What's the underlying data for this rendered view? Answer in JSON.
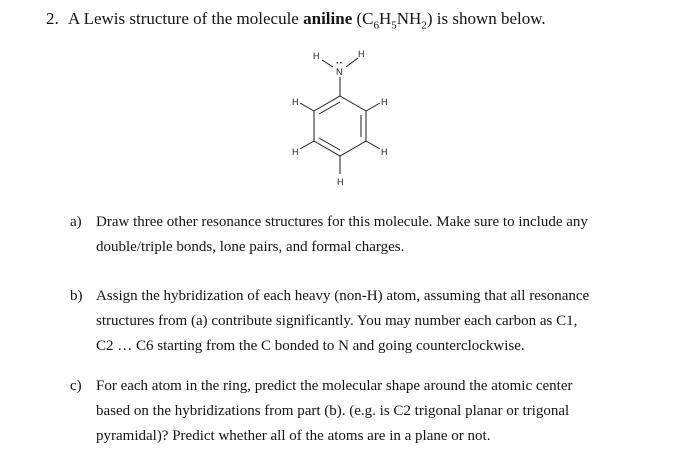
{
  "question": {
    "number": "2.",
    "intro_before": "A Lewis structure of the molecule ",
    "name": "aniline",
    "formula_open": " (C",
    "sub_6": "6",
    "formula_h": "H",
    "sub_5": "5",
    "formula_nh": "NH",
    "sub_2": "2",
    "formula_close": ")",
    "intro_after": " is shown below."
  },
  "molecule": {
    "atoms": {
      "n": "N",
      "lone_pair": "··",
      "h_n_left": "H",
      "h_n_right": "H",
      "h_c6": "H",
      "h_c2": "H",
      "h_c5": "H",
      "h_c3": "H",
      "h_c4": "H"
    }
  },
  "parts": {
    "a": {
      "label": "a)",
      "lines": [
        "Draw three other resonance structures for this molecule. Make sure to include any",
        "double/triple bonds, lone pairs, and formal charges."
      ]
    },
    "b": {
      "label": "b)",
      "lines": [
        "Assign the hybridization of each heavy (non-H) atom, assuming that all resonance",
        "structures from (a) contribute significantly.  You may number each carbon as C1,",
        "C2 … C6 starting from the C bonded to N and going counterclockwise."
      ]
    },
    "c": {
      "label": "c)",
      "lines": [
        "For each atom in the ring, predict the molecular shape around the atomic center",
        "based on the hybridizations from part (b). (e.g. is C2 trigonal planar or trigonal",
        "pyramidal)?  Predict whether all of the atoms are in a plane or not."
      ]
    }
  }
}
